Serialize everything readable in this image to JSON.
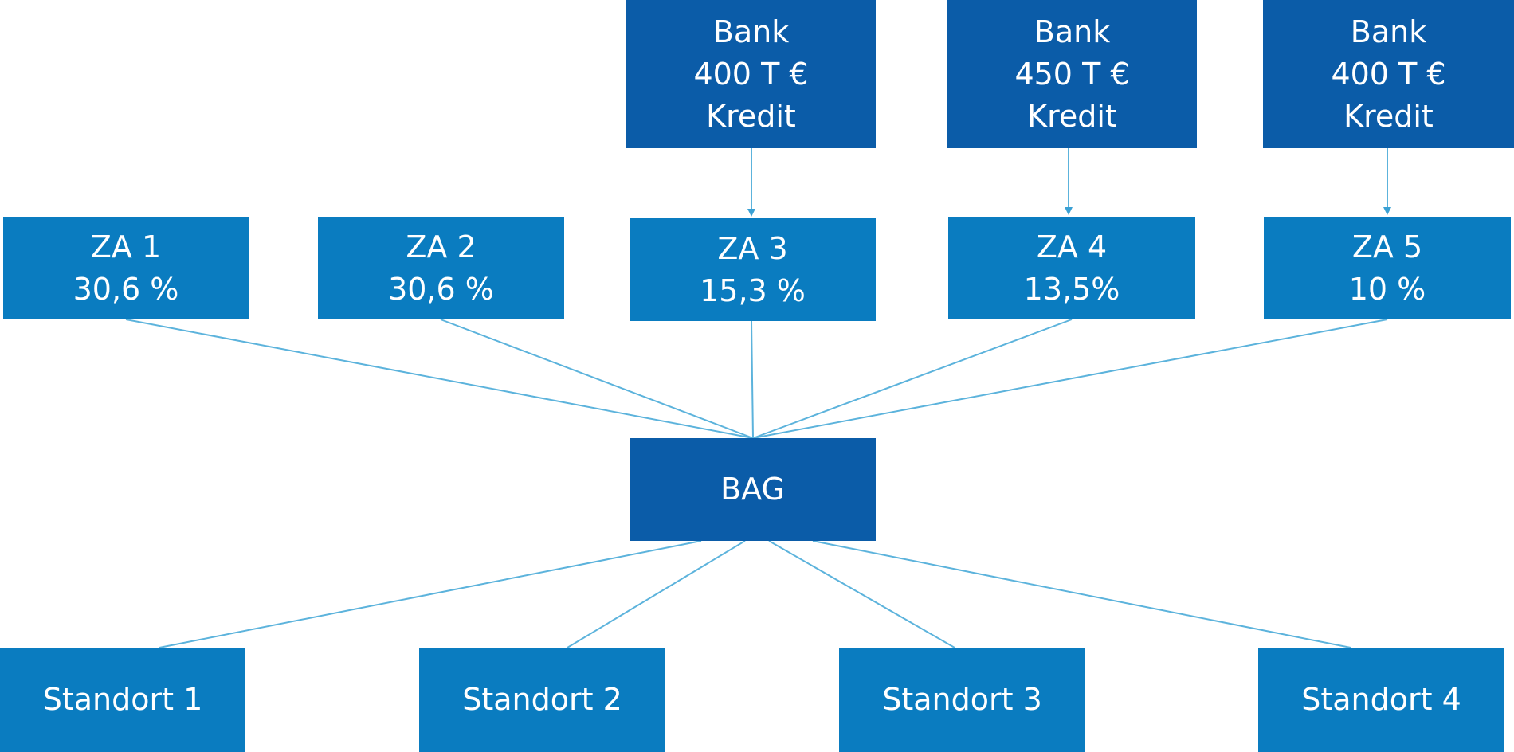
{
  "banks": [
    {
      "name": "Bank",
      "amount": "400 T €",
      "type": "Kredit"
    },
    {
      "name": "Bank",
      "amount": "450 T €",
      "type": "Kredit"
    },
    {
      "name": "Bank",
      "amount": "400 T €",
      "type": "Kredit"
    }
  ],
  "shareholders": [
    {
      "name": "ZA 1",
      "share": "30,6 %"
    },
    {
      "name": "ZA 2",
      "share": "30,6 %"
    },
    {
      "name": "ZA 3",
      "share": "15,3 %"
    },
    {
      "name": "ZA 4",
      "share": "13,5%"
    },
    {
      "name": "ZA 5",
      "share": "10 %"
    }
  ],
  "company": {
    "name": "BAG"
  },
  "locations": [
    {
      "name": "Standort 1"
    },
    {
      "name": "Standort 2"
    },
    {
      "name": "Standort 3"
    },
    {
      "name": "Standort 4"
    }
  ],
  "colors": {
    "dark_box": "#0b5ca8",
    "light_box": "#0a7cc0",
    "connector": "#5cb3dc"
  }
}
